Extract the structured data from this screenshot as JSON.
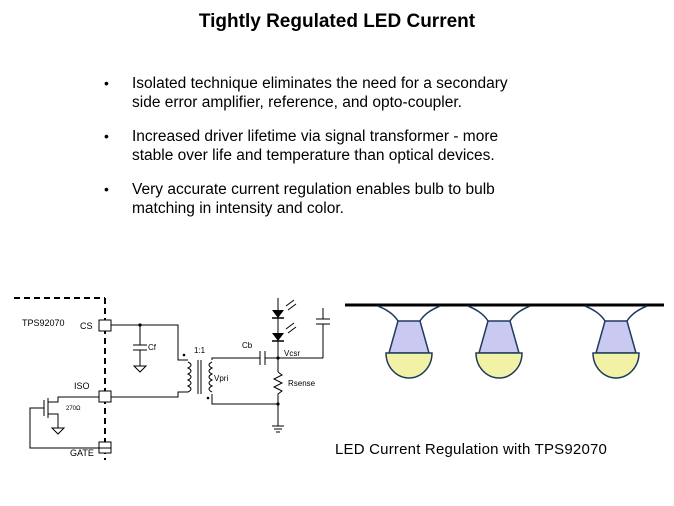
{
  "slide": {
    "title": "Tightly Regulated LED Current",
    "bullets": [
      {
        "lines": [
          "Isolated technique eliminates the need for a secondary",
          "side error amplifier, reference, and opto-coupler."
        ]
      },
      {
        "lines": [
          "Increased driver lifetime via signal transformer - more",
          "stable over life and temperature than optical devices."
        ]
      },
      {
        "lines": [
          "Very accurate current regulation enables bulb to bulb",
          "matching in intensity and color."
        ]
      }
    ],
    "caption": "LED Current Regulation with TPS92070"
  },
  "schematic": {
    "chip": "TPS92070",
    "pins": {
      "cs": "CS",
      "iso": "ISO",
      "gate": "GATE"
    },
    "cap_cf": "Cf",
    "ratio": "1:1",
    "vpri": "Vpri",
    "cb": "Cb",
    "vcsr": "Vcsr",
    "rsense": "Rsense",
    "resistor_value": "270Ω"
  },
  "colors": {
    "bulb_top": "#c9c9f2",
    "bulb_bottom": "#f2f2a6",
    "stroke": "#1f3a5f"
  }
}
